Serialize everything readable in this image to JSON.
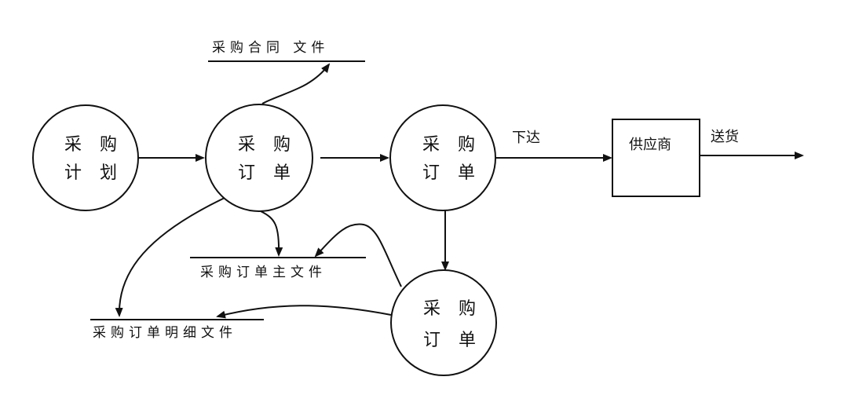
{
  "diagram": {
    "processes": {
      "plan": {
        "line1": "采 购",
        "line2": "计 划"
      },
      "order1": {
        "line1": "采 购",
        "line2": "订 单"
      },
      "order2": {
        "line1": "采 购",
        "line2": "订 单"
      },
      "order3": {
        "line1": "采 购",
        "line2": "订 单"
      }
    },
    "stores": {
      "contract": "采购合同 文件",
      "order_master": "采购订单主文件",
      "order_detail": "采购订单明细文件"
    },
    "entities": {
      "supplier": "供应商"
    },
    "flows": {
      "issue": "下达",
      "deliver": "送货"
    }
  }
}
